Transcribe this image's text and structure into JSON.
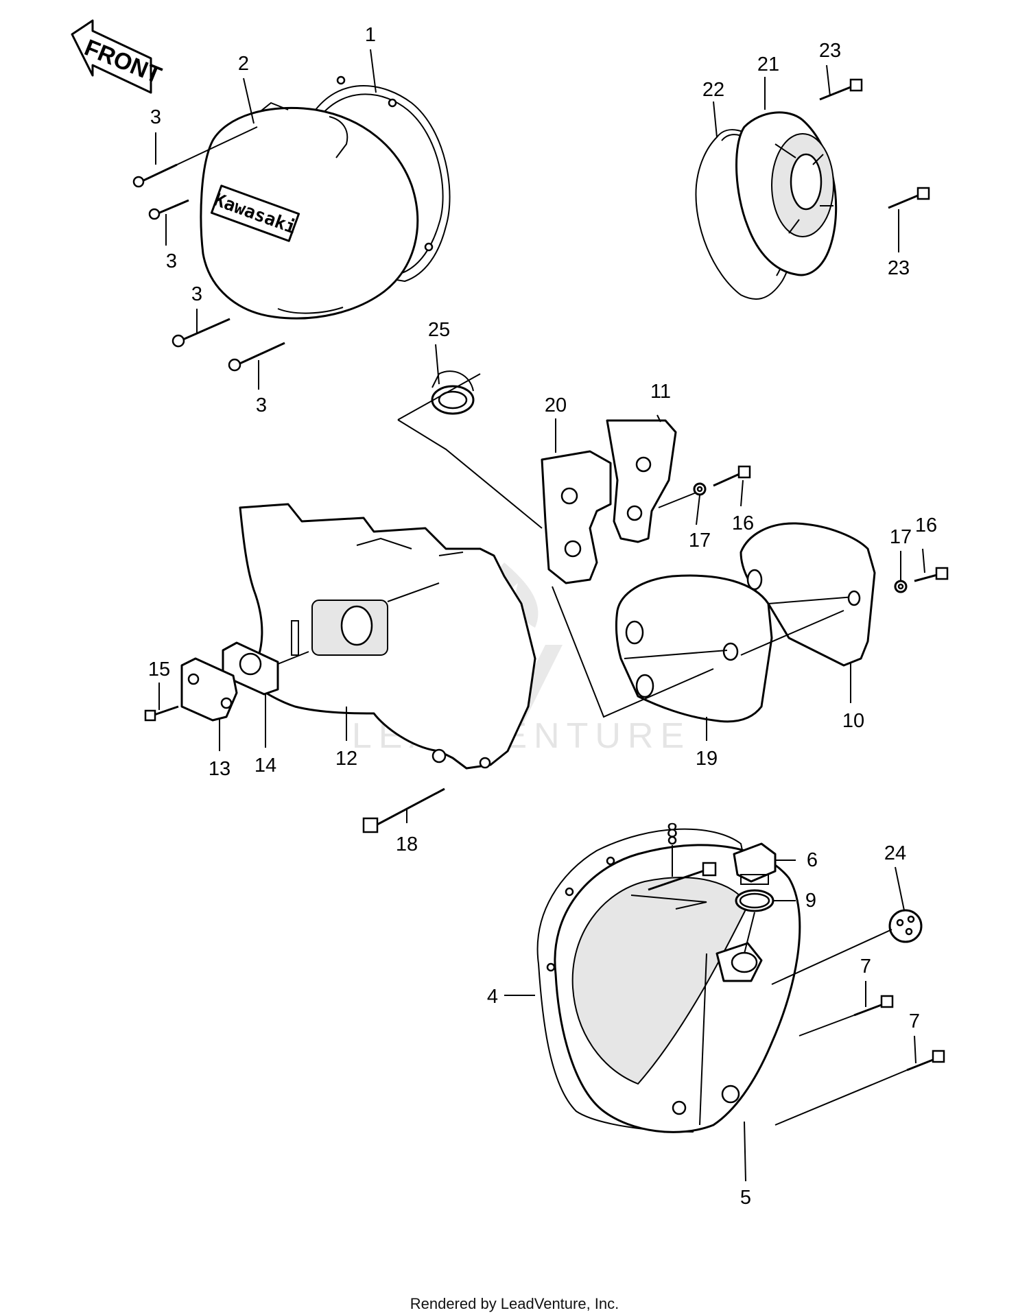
{
  "diagram": {
    "front_label": "FRONT",
    "cover_logo": "Kawasaki",
    "watermark": "LEADVENTURE",
    "callouts": [
      "1",
      "2",
      "3",
      "3",
      "3",
      "3",
      "4",
      "5",
      "6",
      "7",
      "7",
      "8",
      "9",
      "10",
      "11",
      "12",
      "13",
      "14",
      "15",
      "16",
      "16",
      "17",
      "17",
      "18",
      "19",
      "20",
      "21",
      "22",
      "23",
      "23",
      "24",
      "25"
    ]
  },
  "footer": {
    "text": "Rendered by LeadVenture, Inc."
  },
  "colors": {
    "line": "#000000",
    "background": "#ffffff",
    "watermark": "#cfcfcf"
  }
}
